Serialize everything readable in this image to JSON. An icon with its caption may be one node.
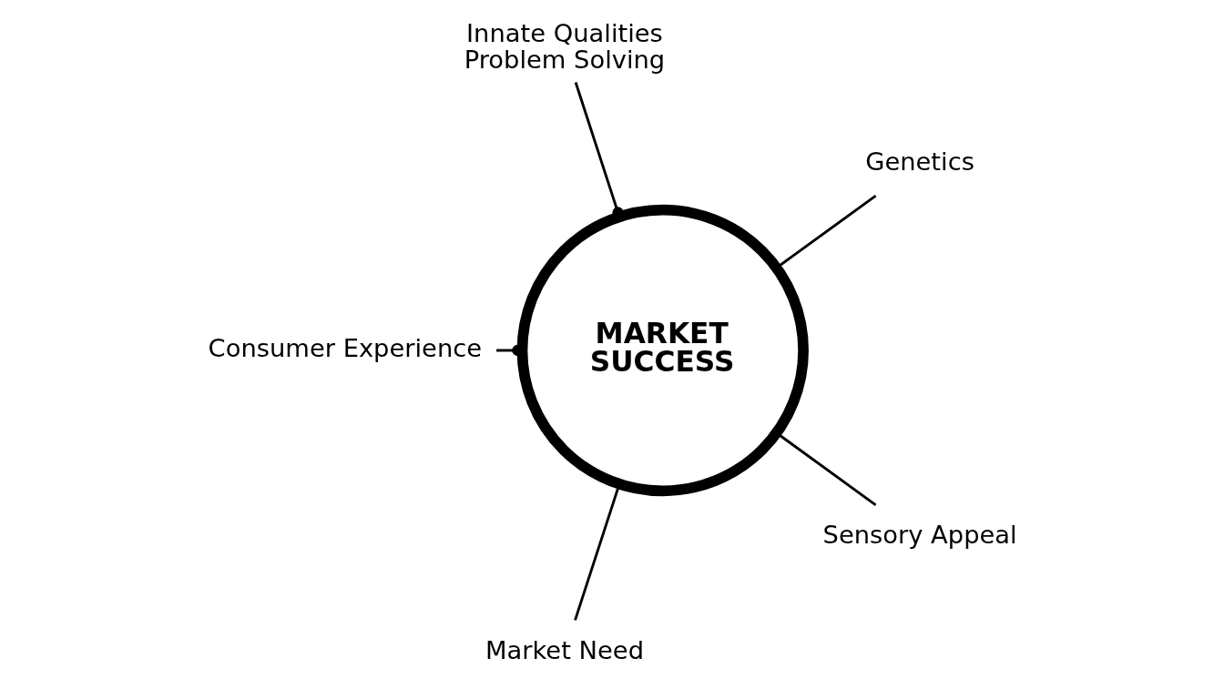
{
  "diagram": {
    "nodes": [
      {
        "text": [
          "MARKET SUCCESS"
        ]
      },
      {
        "text": [
          "Genetics"
        ]
      },
      {
        "text": [
          "Innate Qualities",
          "Problem Solving"
        ]
      },
      {
        "text": [
          "Consumer Experience"
        ]
      },
      {
        "text": [
          "Market Need"
        ]
      },
      {
        "text": [
          "Sensory Appeal"
        ]
      }
    ],
    "edges": [
      {
        "from": 1,
        "to": 0,
        "arrow": "none"
      },
      {
        "from": 2,
        "to": 0,
        "arrow": "other"
      },
      {
        "from": 3,
        "to": 0,
        "arrow": "other"
      },
      {
        "from": 4,
        "to": 0,
        "arrow": "none"
      },
      {
        "from": 5,
        "to": 0,
        "arrow": "none"
      }
    ]
  }
}
